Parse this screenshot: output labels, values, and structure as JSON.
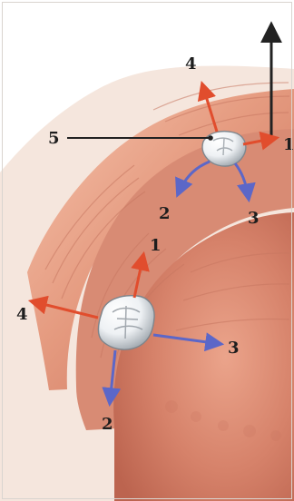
{
  "labels": {
    "one_upper": "1",
    "two_upper": "2",
    "three_upper": "3",
    "four_upper": "4",
    "five": "5",
    "one_lower": "1",
    "two_lower": "2",
    "three_lower": "3",
    "four_lower": "4"
  },
  "colors": {
    "background": "#ffffff",
    "gum_light": "#efb59c",
    "gum_mid": "#d98a72",
    "gum_dark": "#bc644f",
    "tooth_light": "#ffffff",
    "tooth_shadow": "#9aa1a8",
    "arrow_red": "#e14d2d",
    "arrow_blue": "#5c67c8",
    "arrow_black": "#222222",
    "text": "#1e1e1e"
  },
  "icons": {
    "upper_tooth": "molar-icon",
    "lower_tooth": "molar-icon"
  }
}
